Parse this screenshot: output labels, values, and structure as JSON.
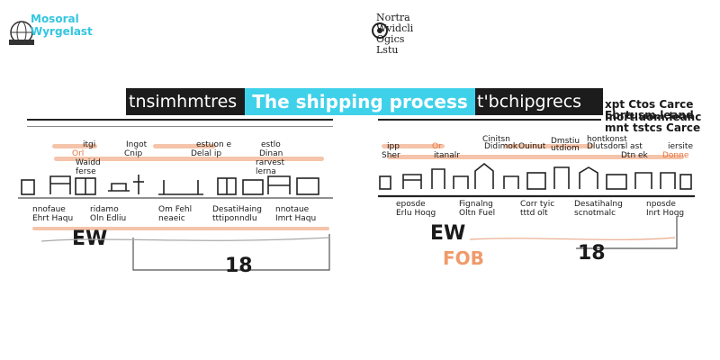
{
  "logos": {
    "left_text": "Mosoral\nWyrgelast",
    "left_icon": "globe-icon",
    "right_text": "Nortra\nWvidcli\nOgics\nLstu",
    "right_icon": "gear-icon"
  },
  "title": "The shipping process",
  "band_left_text": "tnsimhmtres",
  "band_right_text": "t'bchipgrecs",
  "header_right": [
    "xpt Ctos Carce",
    "Ebrtusm.leand",
    "Inort.uom.leanc",
    "mnt tstcs Carce"
  ],
  "left_col_labels": [
    "itgi",
    "Orl",
    "Waidd",
    "ferse",
    "Ingot",
    "Cnip",
    "estuon e",
    "Delal ip",
    "estlo",
    "Dinan",
    "rarvest",
    "lerna"
  ],
  "right_col_labels": [
    "ipp",
    "Sher",
    "Or",
    "itanalr",
    "Cinitsn",
    "Didimok",
    "Ouinut",
    "Dmstiu",
    "utdiom",
    "hontkonst",
    "Dlutsdon",
    "sl ast",
    "Dtn ek",
    "iersite",
    "Donne"
  ],
  "left_bottom_labels": [
    "nnofaue",
    "Ehrt Haqu",
    "ridamo",
    "Oln Edliu",
    "Om Fehl",
    "neaeic",
    "DesatiHaing",
    "tttiponndlu",
    "nnotaue",
    "Imrt Haqu"
  ],
  "right_bottom_labels": [
    "eposde",
    "Erlu Hoqg",
    "Fignalng",
    "Oltn Fuel",
    "Corr tyic",
    "tttd olt",
    "Desatihalng",
    "scnotmalc",
    "nposde",
    "Inrt Hoqg"
  ],
  "terms": {
    "left_main": "EW",
    "left_sub": "18",
    "right_main": "EW",
    "right_fob": "FOB",
    "right_sub": "18"
  },
  "colors": {
    "accent": "#3fd1ea",
    "band": "#1c1c1c",
    "highlight": "#f2b08e",
    "orange": "#e8743b"
  }
}
